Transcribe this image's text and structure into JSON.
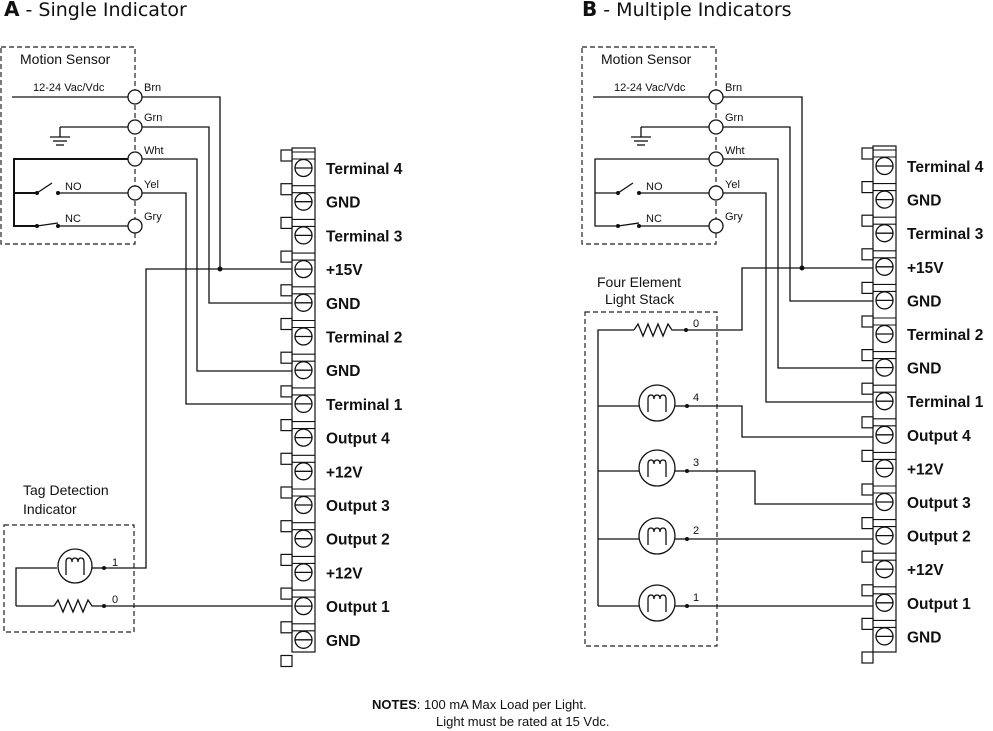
{
  "panels": {
    "a": {
      "letter": "A",
      "title": " - Single Indicator"
    },
    "b": {
      "letter": "B",
      "title": " - Multiple Indicators"
    }
  },
  "sensor": {
    "title": "Motion Sensor",
    "supply": "12-24 Vac/Vdc",
    "wires": [
      "Brn",
      "Grn",
      "Wht",
      "Yel",
      "Gry"
    ],
    "no": "NO",
    "nc": "NC"
  },
  "tag_indicator": {
    "line1": "Tag Detection",
    "line2": "Indicator",
    "pin_lamp": "1",
    "pin_res": "0"
  },
  "light_stack": {
    "line1": "Four Element",
    "line2": "Light Stack",
    "pins": [
      "0",
      "4",
      "3",
      "2",
      "1"
    ]
  },
  "terminals": [
    "Terminal 4",
    "GND",
    "Terminal 3",
    "+15V",
    "GND",
    "Terminal 2",
    "GND",
    "Terminal 1",
    "Output 4",
    "+12V",
    "Output 3",
    "Output 2",
    "+12V",
    "Output 1",
    "GND"
  ],
  "notes": {
    "label": "NOTES",
    "line1": ": 100 mA Max Load per Light.",
    "line2": "Light must be rated at 15 Vdc."
  }
}
